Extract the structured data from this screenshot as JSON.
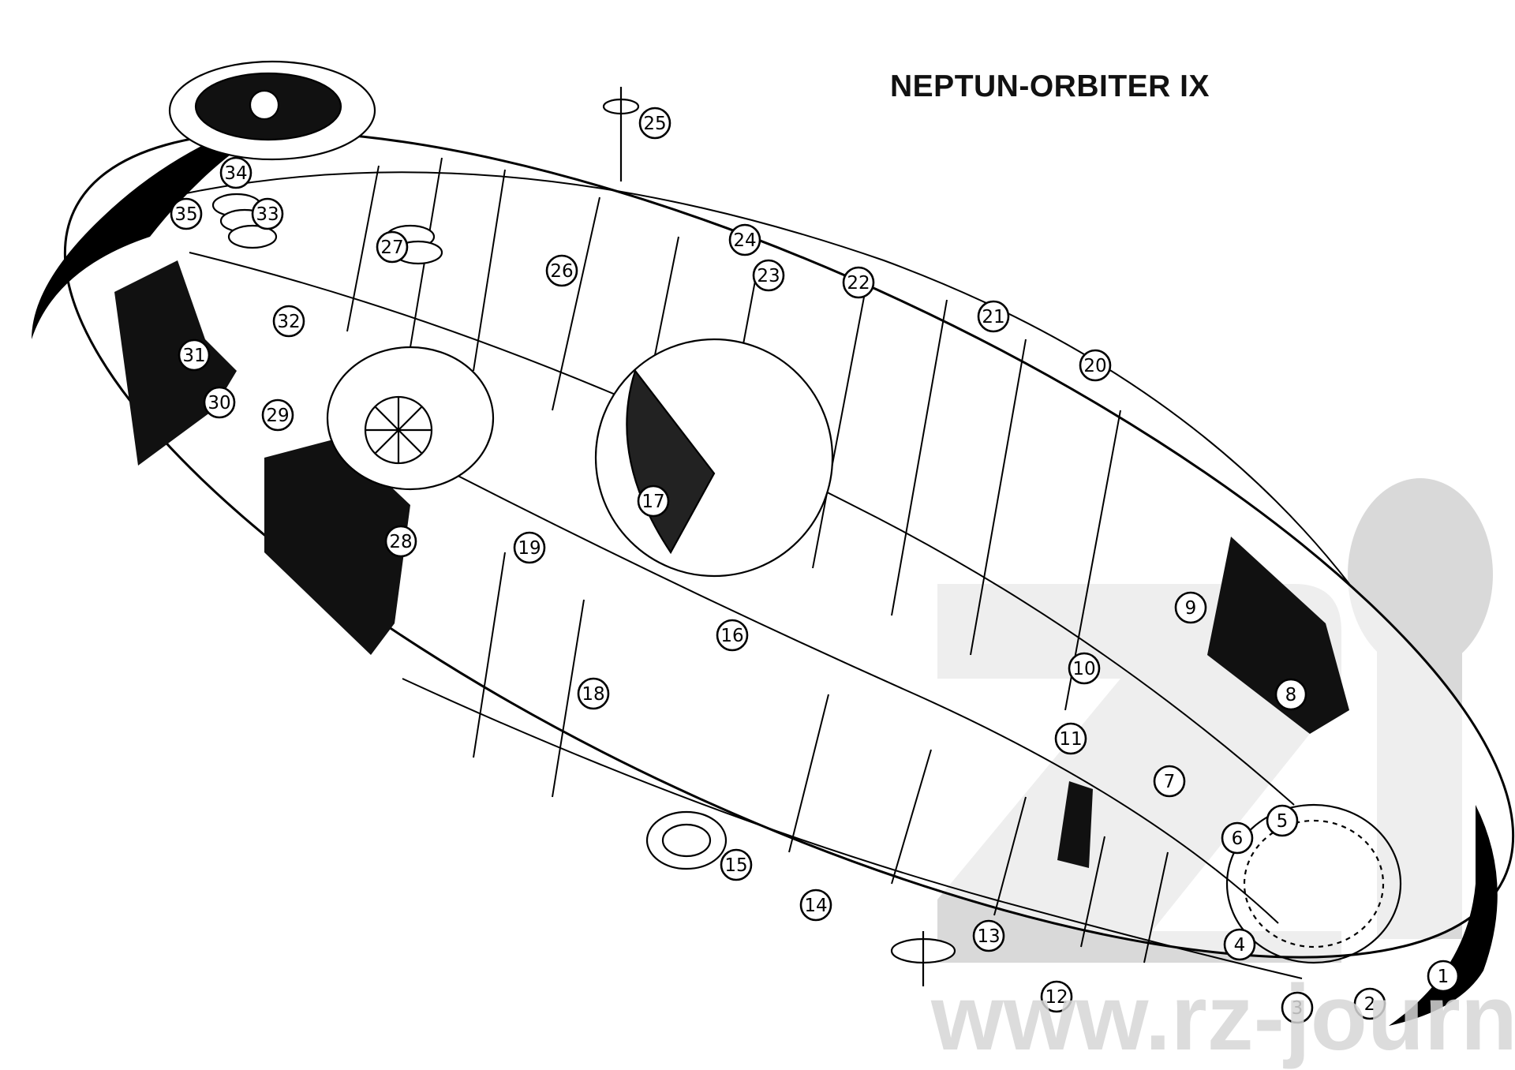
{
  "title": "NEPTUN-ORBITER IX",
  "watermark": {
    "text": "www.rz-journal.de",
    "color": "#d6d6d6"
  },
  "colors": {
    "ink": "#000000",
    "paper": "#ffffff",
    "watermark": "#d9d9d9"
  },
  "callouts": [
    {
      "n": "1"
    },
    {
      "n": "2"
    },
    {
      "n": "3"
    },
    {
      "n": "4"
    },
    {
      "n": "5"
    },
    {
      "n": "6"
    },
    {
      "n": "7"
    },
    {
      "n": "8"
    },
    {
      "n": "9"
    },
    {
      "n": "10"
    },
    {
      "n": "11"
    },
    {
      "n": "12"
    },
    {
      "n": "13"
    },
    {
      "n": "14"
    },
    {
      "n": "15"
    },
    {
      "n": "16"
    },
    {
      "n": "17"
    },
    {
      "n": "18"
    },
    {
      "n": "19"
    },
    {
      "n": "20"
    },
    {
      "n": "21"
    },
    {
      "n": "22"
    },
    {
      "n": "23"
    },
    {
      "n": "24"
    },
    {
      "n": "25"
    },
    {
      "n": "26"
    },
    {
      "n": "27"
    },
    {
      "n": "28"
    },
    {
      "n": "29"
    },
    {
      "n": "30"
    },
    {
      "n": "31"
    },
    {
      "n": "32"
    },
    {
      "n": "33"
    },
    {
      "n": "34"
    },
    {
      "n": "35"
    }
  ]
}
